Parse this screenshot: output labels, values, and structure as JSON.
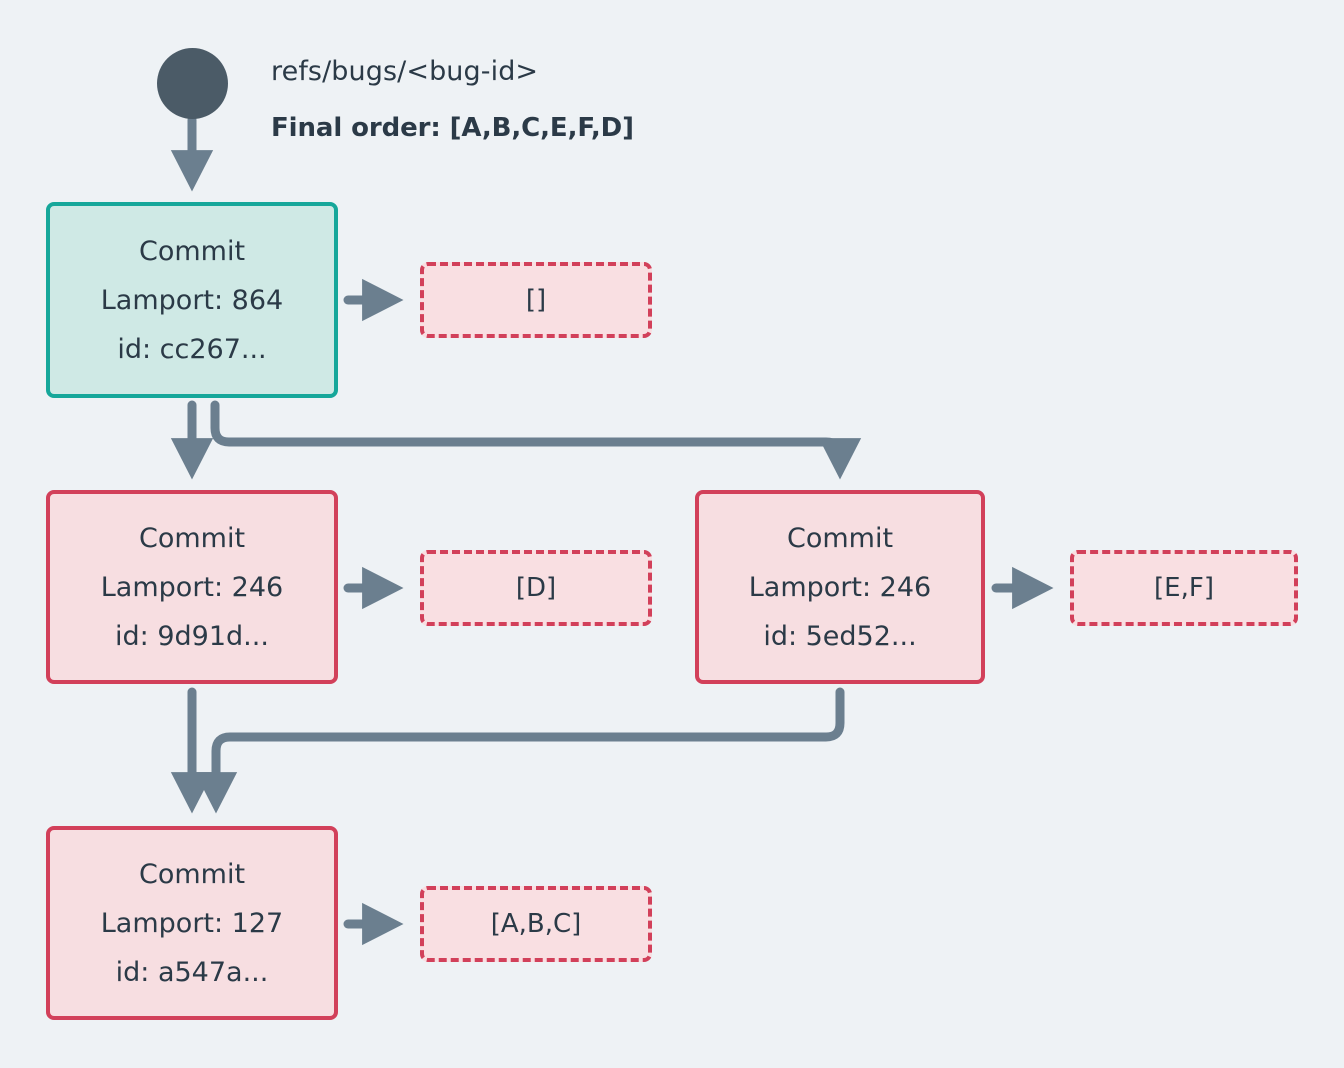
{
  "header": {
    "ref_label": "refs/bugs/<bug-id>",
    "final_order_label": "Final order: [A,B,C,E,F,D]"
  },
  "colors": {
    "background": "#eef2f5",
    "root_circle": "#4b5b67",
    "edge": "#6b7f8f",
    "text": "#2b3a47",
    "head_border": "#16a79a",
    "head_fill": "#cfe9e5",
    "commit_border": "#d2405a",
    "commit_fill": "#f7dee1",
    "badge_border": "#d2405a",
    "badge_fill": "#f9dfe2"
  },
  "nodes": [
    {
      "id": "node-a",
      "kind": "head-commit",
      "title": "Commit",
      "lamport": "Lamport: 864",
      "commit_id": "id: cc267...",
      "ops_badge": "[]"
    },
    {
      "id": "node-b",
      "kind": "commit",
      "title": "Commit",
      "lamport": "Lamport: 246",
      "commit_id": "id: 9d91d...",
      "ops_badge": "[D]"
    },
    {
      "id": "node-c",
      "kind": "commit",
      "title": "Commit",
      "lamport": "Lamport: 246",
      "commit_id": "id: 5ed52...",
      "ops_badge": "[E,F]"
    },
    {
      "id": "node-d",
      "kind": "commit",
      "title": "Commit",
      "lamport": "Lamport: 127",
      "commit_id": "id: a547a...",
      "ops_badge": "[A,B,C]"
    }
  ],
  "edges": [
    {
      "from": "ref-circle",
      "to": "node-a",
      "style": "straight-down"
    },
    {
      "from": "node-a",
      "to": "node-b",
      "style": "straight-down"
    },
    {
      "from": "node-a",
      "to": "node-c",
      "style": "elbow-right"
    },
    {
      "from": "node-a",
      "to": "badge-a",
      "style": "straight-right"
    },
    {
      "from": "node-b",
      "to": "node-d",
      "style": "straight-down"
    },
    {
      "from": "node-c",
      "to": "node-d",
      "style": "elbow-left"
    },
    {
      "from": "node-b",
      "to": "badge-b",
      "style": "straight-right"
    },
    {
      "from": "node-c",
      "to": "badge-c",
      "style": "straight-right"
    },
    {
      "from": "node-d",
      "to": "badge-d",
      "style": "straight-right"
    }
  ]
}
